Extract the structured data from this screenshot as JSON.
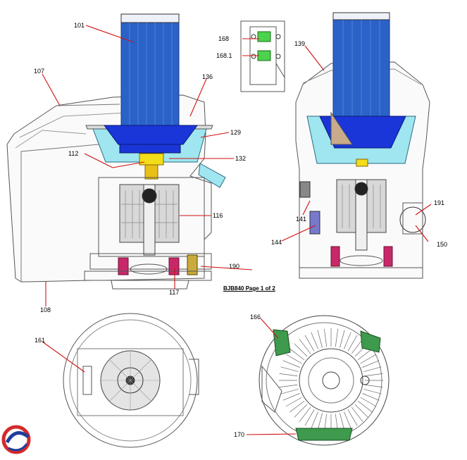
{
  "caption": "BJB840 Page 1 of 2",
  "colors": {
    "accent_line": "#d01010",
    "filter_blue": "#2a62c8",
    "bowl_cyan": "#9fe6f0",
    "collar_blue": "#1a35d8",
    "coupler_yellow": "#f2dd1a",
    "switch_green": "#4cd24c",
    "pad_green": "#3e9a4c",
    "logo_red": "#d42a2a",
    "logo_blue": "#1f3d9c"
  },
  "logo_icon": "brand-swirl-logo",
  "parts": [
    {
      "id": "101",
      "label": "101"
    },
    {
      "id": "107",
      "label": "107"
    },
    {
      "id": "108",
      "label": "108"
    },
    {
      "id": "112",
      "label": "112"
    },
    {
      "id": "116",
      "label": "116"
    },
    {
      "id": "117",
      "label": "117"
    },
    {
      "id": "129",
      "label": "129"
    },
    {
      "id": "132",
      "label": "132"
    },
    {
      "id": "136",
      "label": "136"
    },
    {
      "id": "139",
      "label": "139"
    },
    {
      "id": "141",
      "label": "141"
    },
    {
      "id": "144",
      "label": "144"
    },
    {
      "id": "150",
      "label": "150"
    },
    {
      "id": "161",
      "label": "161"
    },
    {
      "id": "166",
      "label": "166"
    },
    {
      "id": "168",
      "label": "168"
    },
    {
      "id": "168.1",
      "label": "168.1"
    },
    {
      "id": "170",
      "label": "170"
    },
    {
      "id": "190",
      "label": "190"
    },
    {
      "id": "191",
      "label": "191"
    }
  ]
}
